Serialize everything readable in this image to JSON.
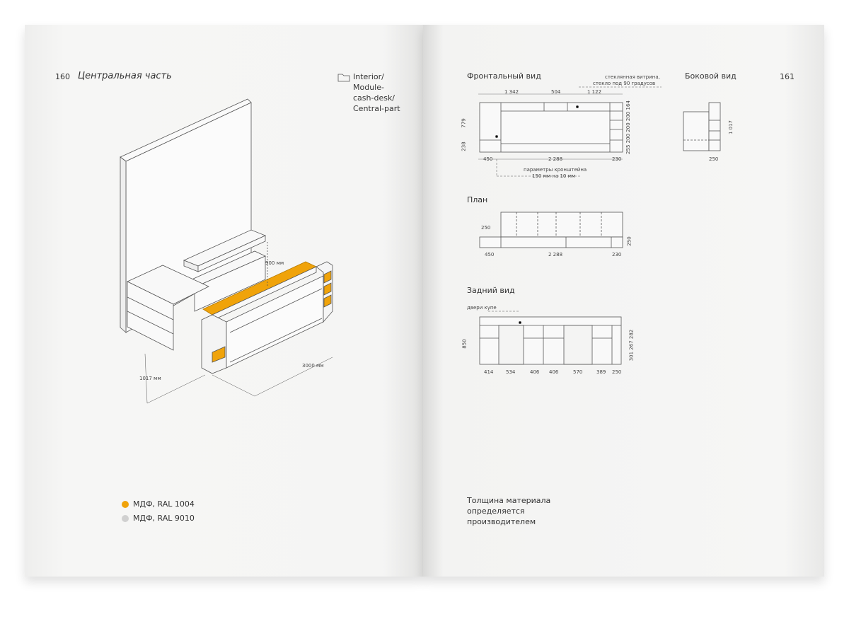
{
  "left_page": {
    "page_number": "160",
    "section_title": "Центральная часть",
    "path": [
      "Interior/",
      "Module-",
      "cash-desk/",
      "Central-part"
    ],
    "dimensions": {
      "height": "900 мм",
      "length": "3000 мм",
      "depth": "1017 мм"
    },
    "legend": [
      {
        "label": "МДФ, RAL 1004",
        "color": "#f0a30a"
      },
      {
        "label": "МДФ, RAL 9010",
        "color": "#d0d0d0"
      }
    ]
  },
  "right_page": {
    "page_number": "161",
    "front_view": {
      "title": "Фронтальный вид",
      "note": "стеклянная витрина, стекло под 90 градусов",
      "note_line1": "стеклянная витрина,",
      "note_line2": "стекло под 90 градусов",
      "top_dims": [
        "1 342",
        "504",
        "1 122"
      ],
      "bottom_dims": [
        "450",
        "2 288",
        "230"
      ],
      "left_dims": [
        "779",
        "238"
      ],
      "right_dims": "255 200 200 200 164",
      "bracket_line1": "параметры кронштейна",
      "bracket_line2": "150 мм на 10 мм"
    },
    "side_view": {
      "title": "Боковой вид",
      "height": "1 017",
      "depth": "250"
    },
    "plan": {
      "title": "План",
      "left_dim": "250",
      "right_dim": "250",
      "bottom_dims": [
        "450",
        "2 288",
        "230"
      ]
    },
    "back_view": {
      "title": "Задний вид",
      "note": "двери купе",
      "height": "850",
      "right_dims": "301 267 282",
      "bottom_dims": [
        "414",
        "534",
        "406",
        "406",
        "570",
        "389",
        "250"
      ]
    },
    "footnote": [
      "Толщина материала",
      "определяется",
      "производителем"
    ]
  }
}
